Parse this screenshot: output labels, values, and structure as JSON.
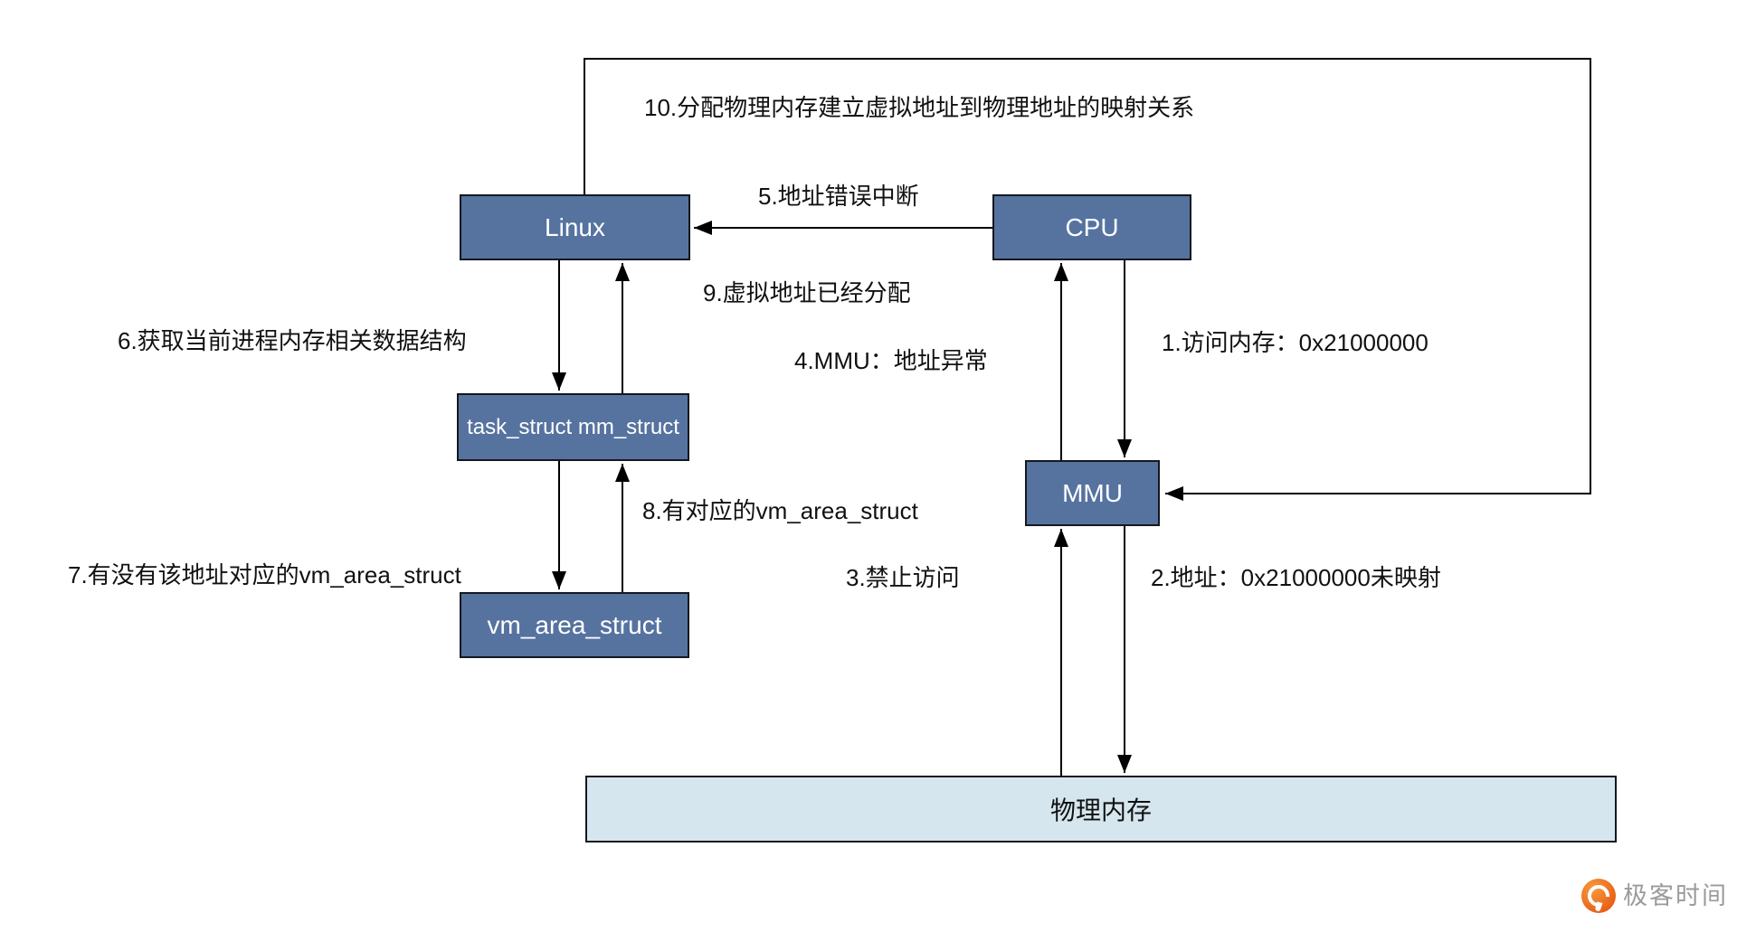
{
  "nodes": {
    "linux": {
      "label": "Linux"
    },
    "cpu": {
      "label": "CPU"
    },
    "task": {
      "label": "task_struct mm_struct"
    },
    "vm": {
      "label": "vm_area_struct"
    },
    "mmu": {
      "label": "MMU"
    },
    "physical_memory": {
      "label": "物理内存"
    }
  },
  "labels": {
    "l1": "1.访问内存：0x21000000",
    "l2": "2.地址：0x21000000未映射",
    "l3": "3.禁止访问",
    "l4": "4.MMU：地址异常",
    "l5": "5.地址错误中断",
    "l6": "6.获取当前进程内存相关数据结构",
    "l7": "7.有没有该地址对应的vm_area_struct",
    "l8": "8.有对应的vm_area_struct",
    "l9": "9.虚拟地址已经分配",
    "l10": "10.分配物理内存建立虚拟地址到物理地址的映射关系"
  },
  "watermark": {
    "brand": "极客时间"
  },
  "colors": {
    "node_fill": "#5673a0",
    "node_border": "#14181d",
    "memory_fill": "#d5e6ee",
    "line": "#000000",
    "label_text": "#111111",
    "logo_orange": "#ec6a1e",
    "logo_text": "#9b9b9b"
  }
}
